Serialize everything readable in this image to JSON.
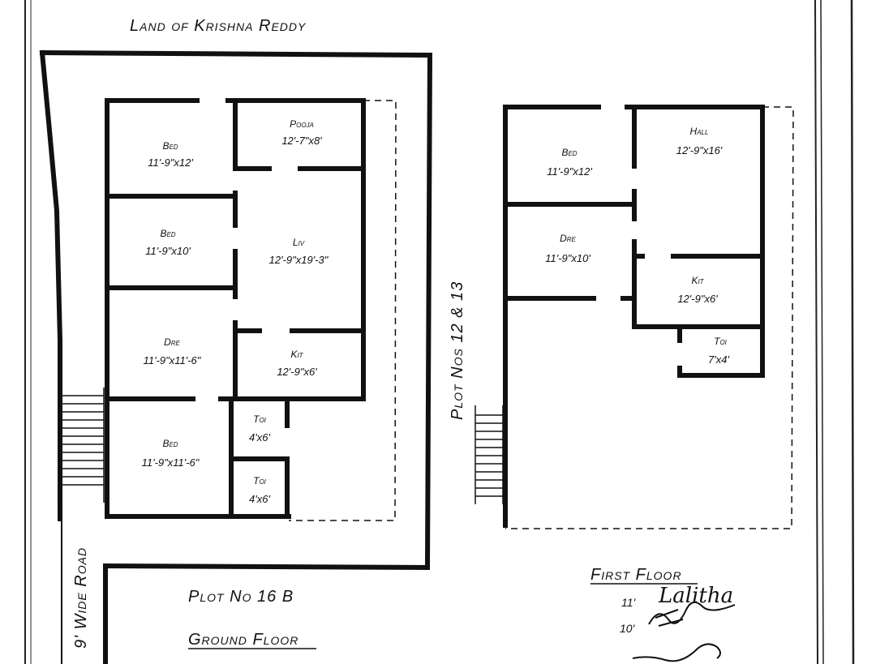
{
  "top_label": "Land of Krishna Reddy",
  "side_label": "Plot Nos 12 & 13",
  "road_label": "9' Wide Road",
  "plot_label": "Plot No 16 B",
  "ground_floor_label": "Ground Floor",
  "first_floor_label": "First Floor",
  "signature": "Lalitha",
  "ground_rooms": [
    {
      "name": "Bed",
      "dim": "11'-9\"x12'"
    },
    {
      "name": "Pooja",
      "dim": "12'-7\"x8'"
    },
    {
      "name": "Bed",
      "dim": "11'-9\"x10'"
    },
    {
      "name": "Liv",
      "dim": "12'-9\"x19'-3\""
    },
    {
      "name": "Dre",
      "dim": "11'-9\"x11'-6\""
    },
    {
      "name": "Kit",
      "dim": "12'-9\"x6'"
    },
    {
      "name": "Toi",
      "dim": "4'x6'"
    },
    {
      "name": "Bed",
      "dim": "11'-9\"x11'-6\""
    },
    {
      "name": "Toi",
      "dim": "4'x6'"
    }
  ],
  "first_rooms": [
    {
      "name": "Bed",
      "dim": "11'-9\"x12'"
    },
    {
      "name": "Hall",
      "dim": "12'-9\"x16'"
    },
    {
      "name": "Dre",
      "dim": "11'-9\"x10'"
    },
    {
      "name": "Kit",
      "dim": "12'-9\"x6'"
    },
    {
      "name": "Toi",
      "dim": "7'x4'"
    }
  ],
  "signature_marks": [
    "11'",
    "10'"
  ]
}
